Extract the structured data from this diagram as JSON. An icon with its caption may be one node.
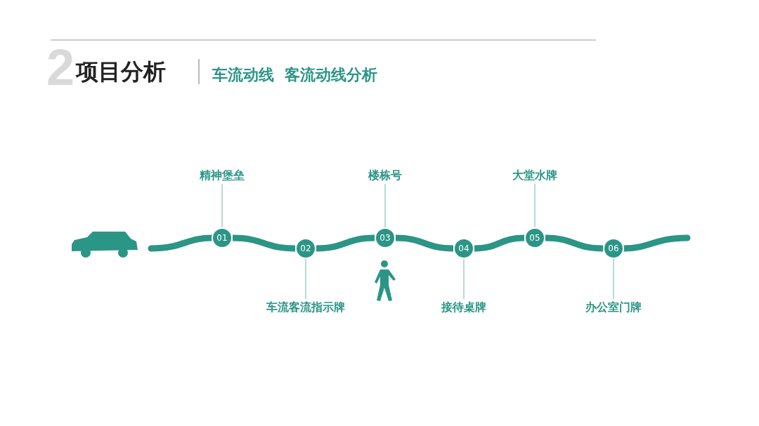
{
  "diagram": {
    "title": "项目分析",
    "nodes": [
      {
        "text": [
          "精神堡垒"
        ]
      },
      {
        "text": [
          "楼栋号"
        ]
      },
      {
        "text": [
          "大堂水牌"
        ]
      },
      {
        "text": [
          "01"
        ]
      },
      {
        "text": [
          "02"
        ]
      },
      {
        "text": [
          "03"
        ]
      },
      {
        "text": [
          "04"
        ]
      },
      {
        "text": [
          "05"
        ]
      },
      {
        "text": [
          "06"
        ]
      },
      {
        "text": [
          "车流客流指示牌"
        ]
      },
      {
        "text": [
          "接待桌牌"
        ]
      },
      {
        "text": [
          "办公室门牌"
        ]
      }
    ],
    "edges": [
      {
        "from": 0,
        "to": 3,
        "arrow": "none"
      },
      {
        "from": 4,
        "to": 9,
        "arrow": "none"
      },
      {
        "from": 1,
        "to": 5,
        "arrow": "none"
      },
      {
        "from": 6,
        "to": 10,
        "arrow": "none"
      },
      {
        "from": 2,
        "to": 7,
        "arrow": "none"
      },
      {
        "from": 8,
        "to": 11,
        "arrow": "none"
      },
      {
        "from": 3,
        "to": 4,
        "arrow": "none",
        "style": "thick"
      },
      {
        "from": 4,
        "to": 5,
        "arrow": "none",
        "style": "thick"
      },
      {
        "from": 5,
        "to": 6,
        "arrow": "none",
        "style": "thick"
      },
      {
        "from": 6,
        "to": 7,
        "arrow": "none",
        "style": "thick"
      },
      {
        "from": 7,
        "to": 8,
        "arrow": "none",
        "style": "thick"
      }
    ],
    "labels": [
      "2",
      "车流动线  客流动线分析"
    ]
  }
}
